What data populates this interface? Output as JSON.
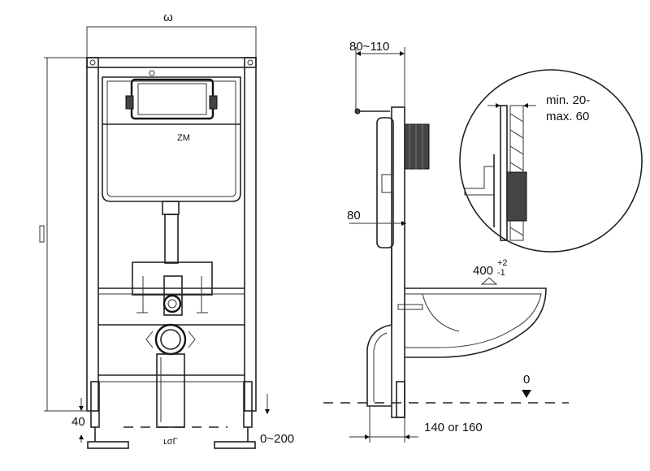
{
  "front_view": {
    "top_width": "ω",
    "floor_offset": "40",
    "adjust_range": "0~200",
    "bottom_mark": "ʟσΓ",
    "cistern_logo": "ΖΜ"
  },
  "side_view": {
    "wall_depth": "80~110",
    "frame_depth": "80",
    "drain_height": "400",
    "drain_tol_plus": "+2",
    "drain_tol_minus": "-1",
    "floor_level": "0",
    "wall_offset": "140 or 160"
  },
  "detail_view": {
    "line1": "min. 20-",
    "line2": "max. 60"
  }
}
